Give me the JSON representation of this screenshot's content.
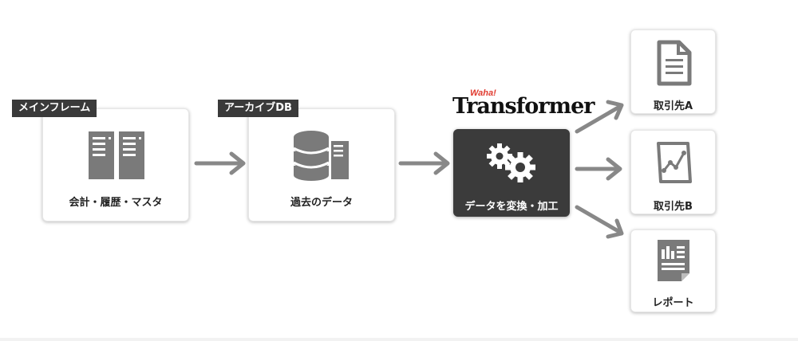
{
  "nodes": {
    "mainframe": {
      "tag": "メインフレーム",
      "label": "会計・履歴・マスタ"
    },
    "archive": {
      "tag": "アーカイブDB",
      "label": "過去のデータ"
    },
    "transformer": {
      "logo_small": "Waha!",
      "logo_big": "Transformer",
      "label": "データを変換・加工"
    },
    "client_a": {
      "label": "取引先A"
    },
    "client_b": {
      "label": "取引先B"
    },
    "report": {
      "label": "レポート"
    }
  },
  "icons": {
    "mainframe": "server-icon",
    "archive": "database-icon",
    "transformer": "gears-icon",
    "client_a": "document-icon",
    "client_b": "line-chart-document-icon",
    "report": "report-icon"
  },
  "colors": {
    "arrow": "#888888",
    "dark_box": "#3b3b3b",
    "tag": "#3a3a3a",
    "logo_accent": "#e03a2f"
  }
}
